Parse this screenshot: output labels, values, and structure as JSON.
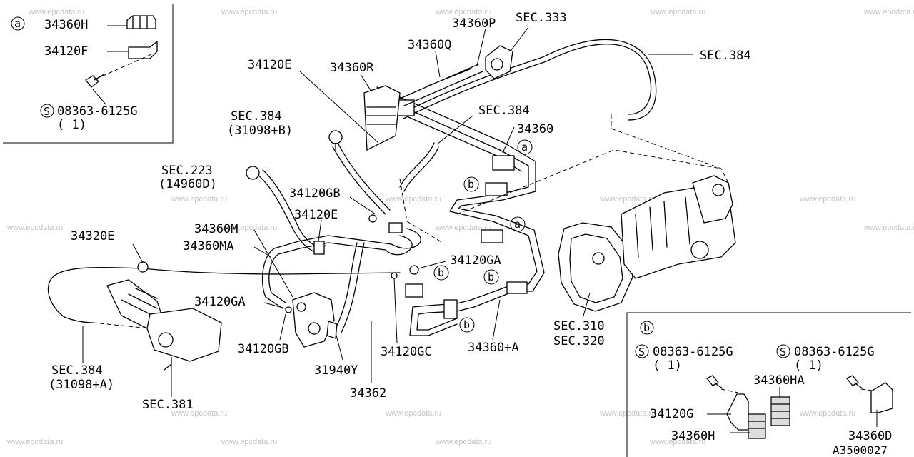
{
  "watermark": "www.epcdata.ru",
  "drawing_number": "A3500027",
  "callouts": {
    "a": "a",
    "b": "b",
    "s": "S"
  },
  "inset_a": {
    "parts": [
      "34360H",
      "34120F",
      "08363-6125G",
      "( 1)"
    ]
  },
  "inset_b": {
    "parts": [
      "08363-6125G",
      "( 1)",
      "08363-6125G",
      "( 1)",
      "34360HA",
      "34120G",
      "34360H",
      "34360D"
    ]
  },
  "labels": {
    "p34120E_top": "34120E",
    "p34360R": "34360R",
    "p34360Q": "34360Q",
    "p34360P": "34360P",
    "sec333": "SEC.333",
    "sec384_top": "SEC.384",
    "sec384_mid": "SEC.384",
    "p34360": "34360",
    "sec384_b": "SEC.384",
    "sec384_b_ref": "(31098+B)",
    "sec223": "SEC.223",
    "sec223_ref": "(14960D)",
    "p34120GB_top": "34120GB",
    "p34120E_mid": "34120E",
    "p34360M": "34360M",
    "p34360MA": "34360MA",
    "p34320E": "34320E",
    "p34120GA_right": "34120GA",
    "p34120GA_left": "34120GA",
    "p34120GB_bot": "34120GB",
    "p34120GC": "34120GC",
    "p34360A": "34360+A",
    "p31940Y": "31940Y",
    "p34362": "34362",
    "sec384_a": "SEC.384",
    "sec384_a_ref": "(31098+A)",
    "sec381": "SEC.381",
    "sec310": "SEC.310",
    "sec320": "SEC.320"
  }
}
